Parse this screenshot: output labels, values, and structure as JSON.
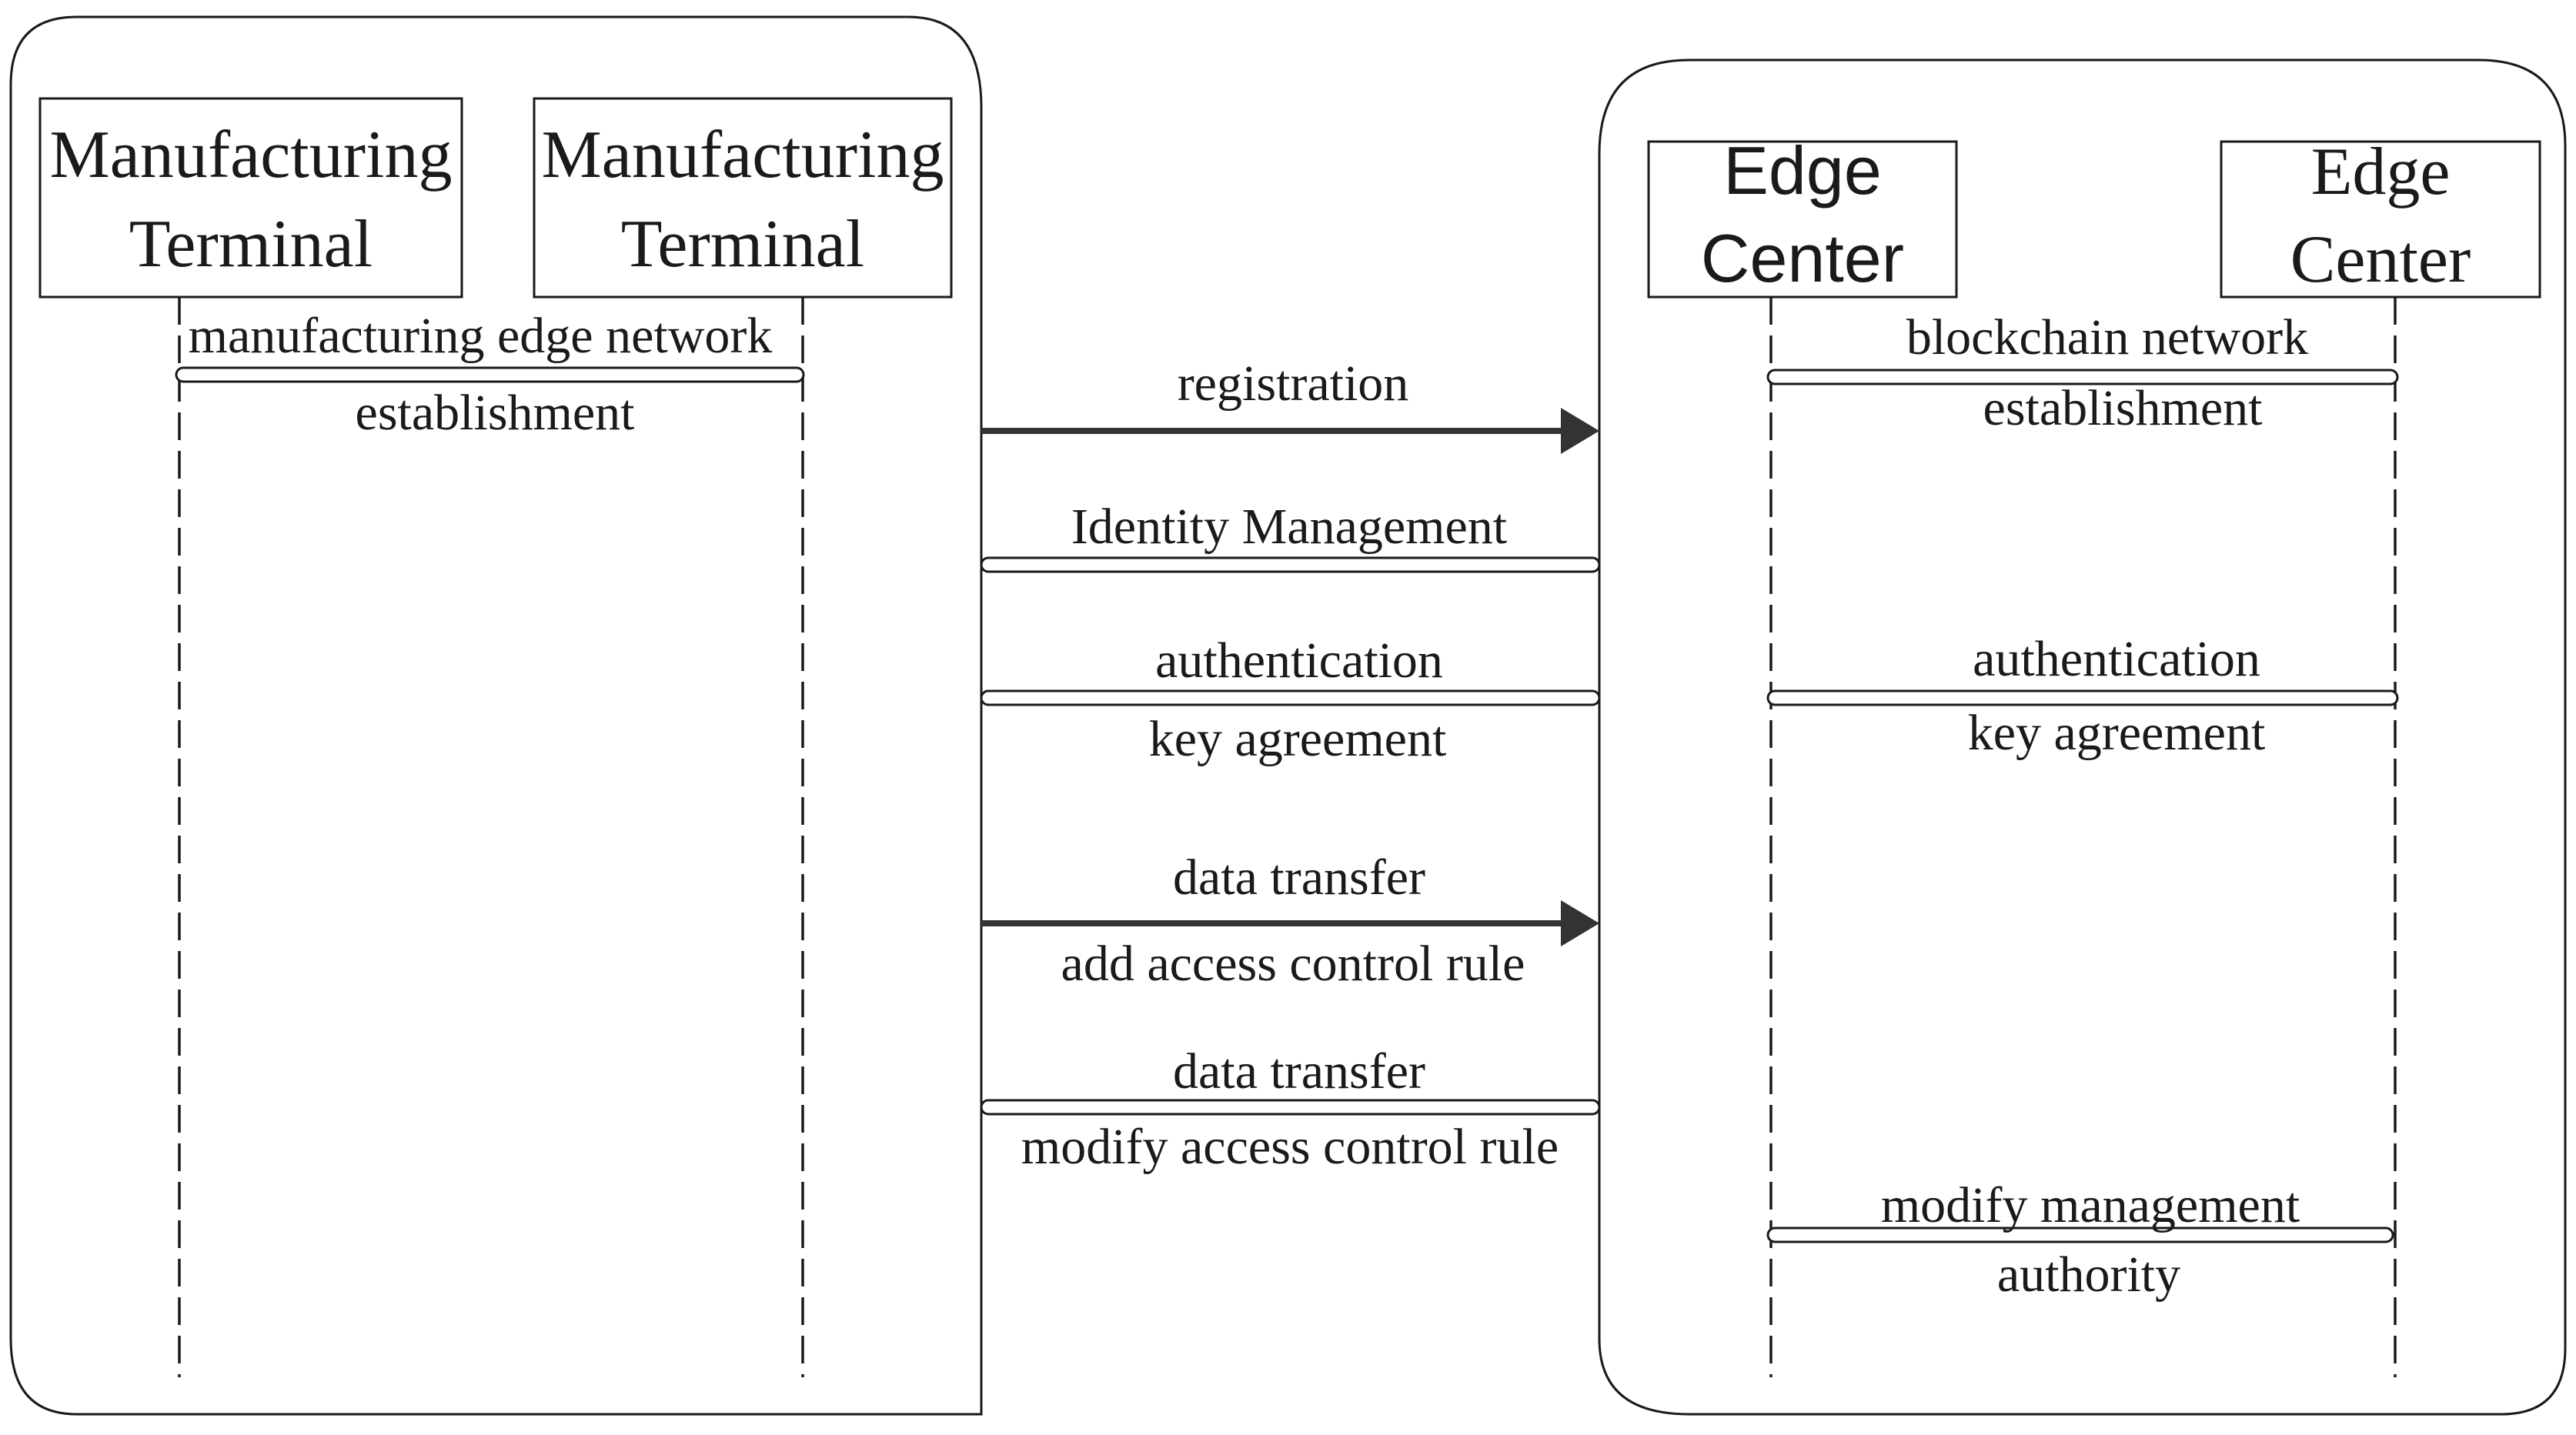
{
  "left_group": {
    "terminal_1": [
      "Manufacturing",
      "Terminal"
    ],
    "terminal_2": [
      "Manufacturing",
      "Terminal"
    ],
    "msg_top": "manufacturing edge network",
    "msg_bottom": "establishment"
  },
  "right_group": {
    "center_1": [
      "Edge",
      "Center"
    ],
    "center_2": [
      "Edge",
      "Center"
    ],
    "msg_blockchain_top": "blockchain network",
    "msg_blockchain_bottom": "establishment",
    "msg_auth_top": "authentication",
    "msg_auth_bottom": "key agreement",
    "msg_modify_top": "modify management",
    "msg_modify_bottom": "authority"
  },
  "between": {
    "registration": "registration",
    "identity": "Identity Management",
    "auth_top": "authentication",
    "auth_bottom": "key agreement",
    "transfer1_top": "data transfer",
    "transfer1_bottom": "add access control rule",
    "transfer2_top": "data transfer",
    "transfer2_bottom": "modify access control rule"
  },
  "colors": {
    "line": "#1a1a1a",
    "arrow": "#333333",
    "background": "#ffffff"
  }
}
